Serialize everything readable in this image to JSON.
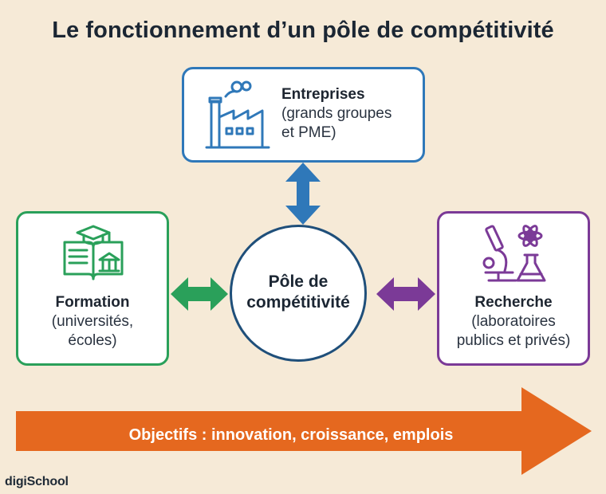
{
  "title": "Le fonctionnement d’un pôle de compétitivité",
  "center": {
    "line1": "Pôle de",
    "line2": "compétitivité"
  },
  "entreprises": {
    "title": "Entreprises",
    "line1": "(grands groupes",
    "line2": "et PME)",
    "icon": "factory-icon"
  },
  "formation": {
    "title": "Formation",
    "line1": "(universités,",
    "line2": "écoles)",
    "icon": "graduation-book-icon"
  },
  "recherche": {
    "title": "Recherche",
    "line1": "(laboratoires",
    "line2": "publics et privés)",
    "icon": "lab-science-icon"
  },
  "objectives": "Objectifs : innovation, croissance, emplois",
  "brand": "digiSchool",
  "colors": {
    "background": "#f6ead7",
    "entreprises": "#2f78b9",
    "formation": "#2aa05a",
    "recherche": "#7b3a97",
    "center": "#1f4f7a",
    "objectives": "#e5681f"
  }
}
